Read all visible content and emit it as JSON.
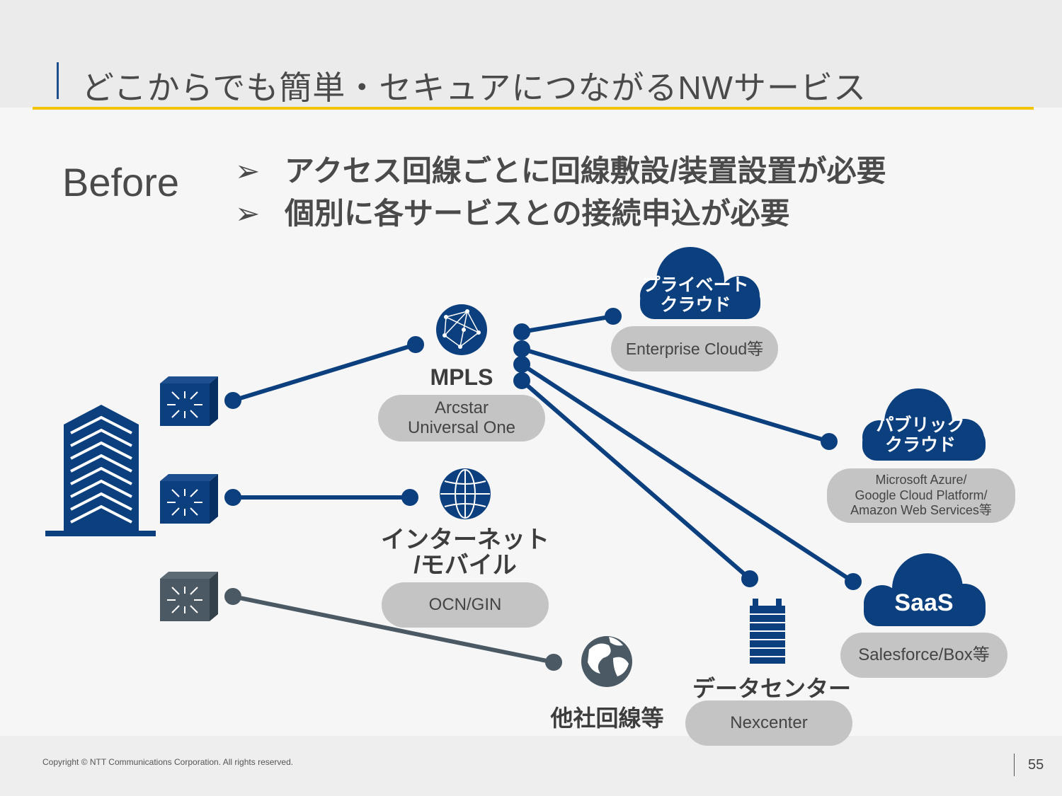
{
  "slide": {
    "title": "どこからでも簡単・セキュアにつながるNWサービス",
    "before_label": "Before",
    "bullets": [
      {
        "mark": "➢",
        "text": "アクセス回線ごとに回線敷設/装置設置が必要"
      },
      {
        "mark": "➢",
        "text": "個別に各サービスとの接続申込が必要"
      }
    ]
  },
  "diagram": {
    "mpls": {
      "label": "MPLS",
      "service": "Arcstar Universal One"
    },
    "internet": {
      "label_line1": "インターネット",
      "label_line2": "/モバイル",
      "service": "OCN/GIN"
    },
    "other": {
      "label": "他社回線等"
    },
    "private_cloud": {
      "line1": "プライベート",
      "line2": "クラウド",
      "service": "Enterprise Cloud等"
    },
    "public_cloud": {
      "line1": "パブリック",
      "line2": "クラウド",
      "service_line1": "Microsoft Azure/",
      "service_line2": "Google Cloud Platform/",
      "service_line3": "Amazon Web Services等"
    },
    "saas": {
      "label": "SaaS",
      "service": "Salesforce/Box等"
    },
    "datacenter": {
      "label": "データセンター",
      "service": "Nexcenter"
    },
    "colors": {
      "navy": "#0b3f7e",
      "gray": "#4a5963",
      "pill": "#c4c4c4"
    }
  },
  "footer": {
    "copyright": "Copyright © NTT Communications Corporation. All rights reserved.",
    "page_number": "55"
  }
}
